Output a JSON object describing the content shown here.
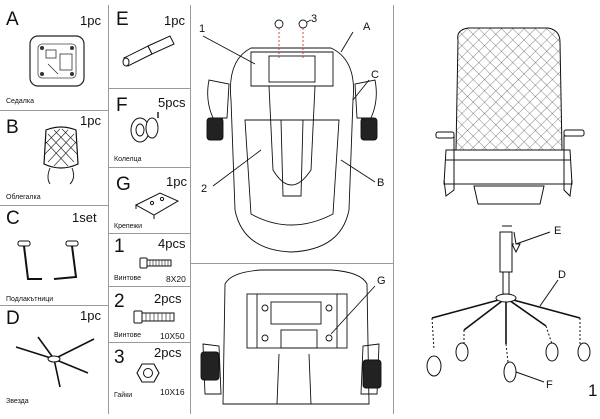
{
  "parts_left": [
    {
      "letter": "A",
      "qty": "1pc",
      "label": "Седалка"
    },
    {
      "letter": "B",
      "qty": "1pc",
      "label": "Облегалка"
    },
    {
      "letter": "C",
      "qty": "1set",
      "label": "Подлакътници"
    },
    {
      "letter": "D",
      "qty": "1pc",
      "label": "Звезда"
    }
  ],
  "parts_mid": [
    {
      "letter": "E",
      "qty": "1pc",
      "label": ""
    },
    {
      "letter": "F",
      "qty": "5pcs",
      "label": "Колелца"
    },
    {
      "letter": "G",
      "qty": "1pc",
      "label": "Крепежи"
    },
    {
      "letter": "1",
      "qty": "4pcs",
      "label": "Винтове",
      "size": "8X20"
    },
    {
      "letter": "2",
      "qty": "2pcs",
      "label": "Винтове",
      "size": "10X50"
    },
    {
      "letter": "3",
      "qty": "2pcs",
      "label": "Гайки",
      "size": "10X16"
    }
  ],
  "top_diagram_callouts": {
    "c1": "1",
    "c3": "3",
    "cA": "A",
    "cC": "C",
    "c2": "2",
    "cB": "B"
  },
  "bottom_diagram_callouts": {
    "cG": "G"
  },
  "right_diagram_callouts": {
    "cE": "E",
    "cD": "D",
    "cF": "F",
    "step": "1"
  }
}
